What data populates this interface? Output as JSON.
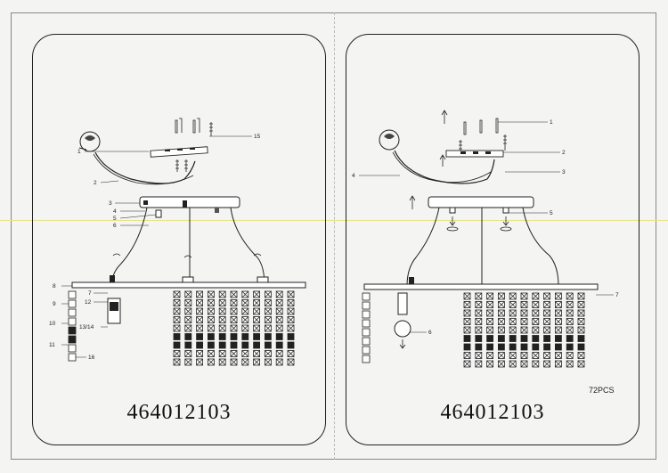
{
  "left_panel": {
    "model_number": "464012103",
    "callouts": [
      "1",
      "2",
      "3",
      "4",
      "5",
      "6",
      "7",
      "8",
      "9",
      "10",
      "11",
      "12",
      "13/14",
      "15",
      "16"
    ]
  },
  "right_panel": {
    "model_number": "464012103",
    "callouts": [
      "1",
      "2",
      "3",
      "4",
      "5",
      "6",
      "7"
    ],
    "quantity_label": "72PCS"
  }
}
